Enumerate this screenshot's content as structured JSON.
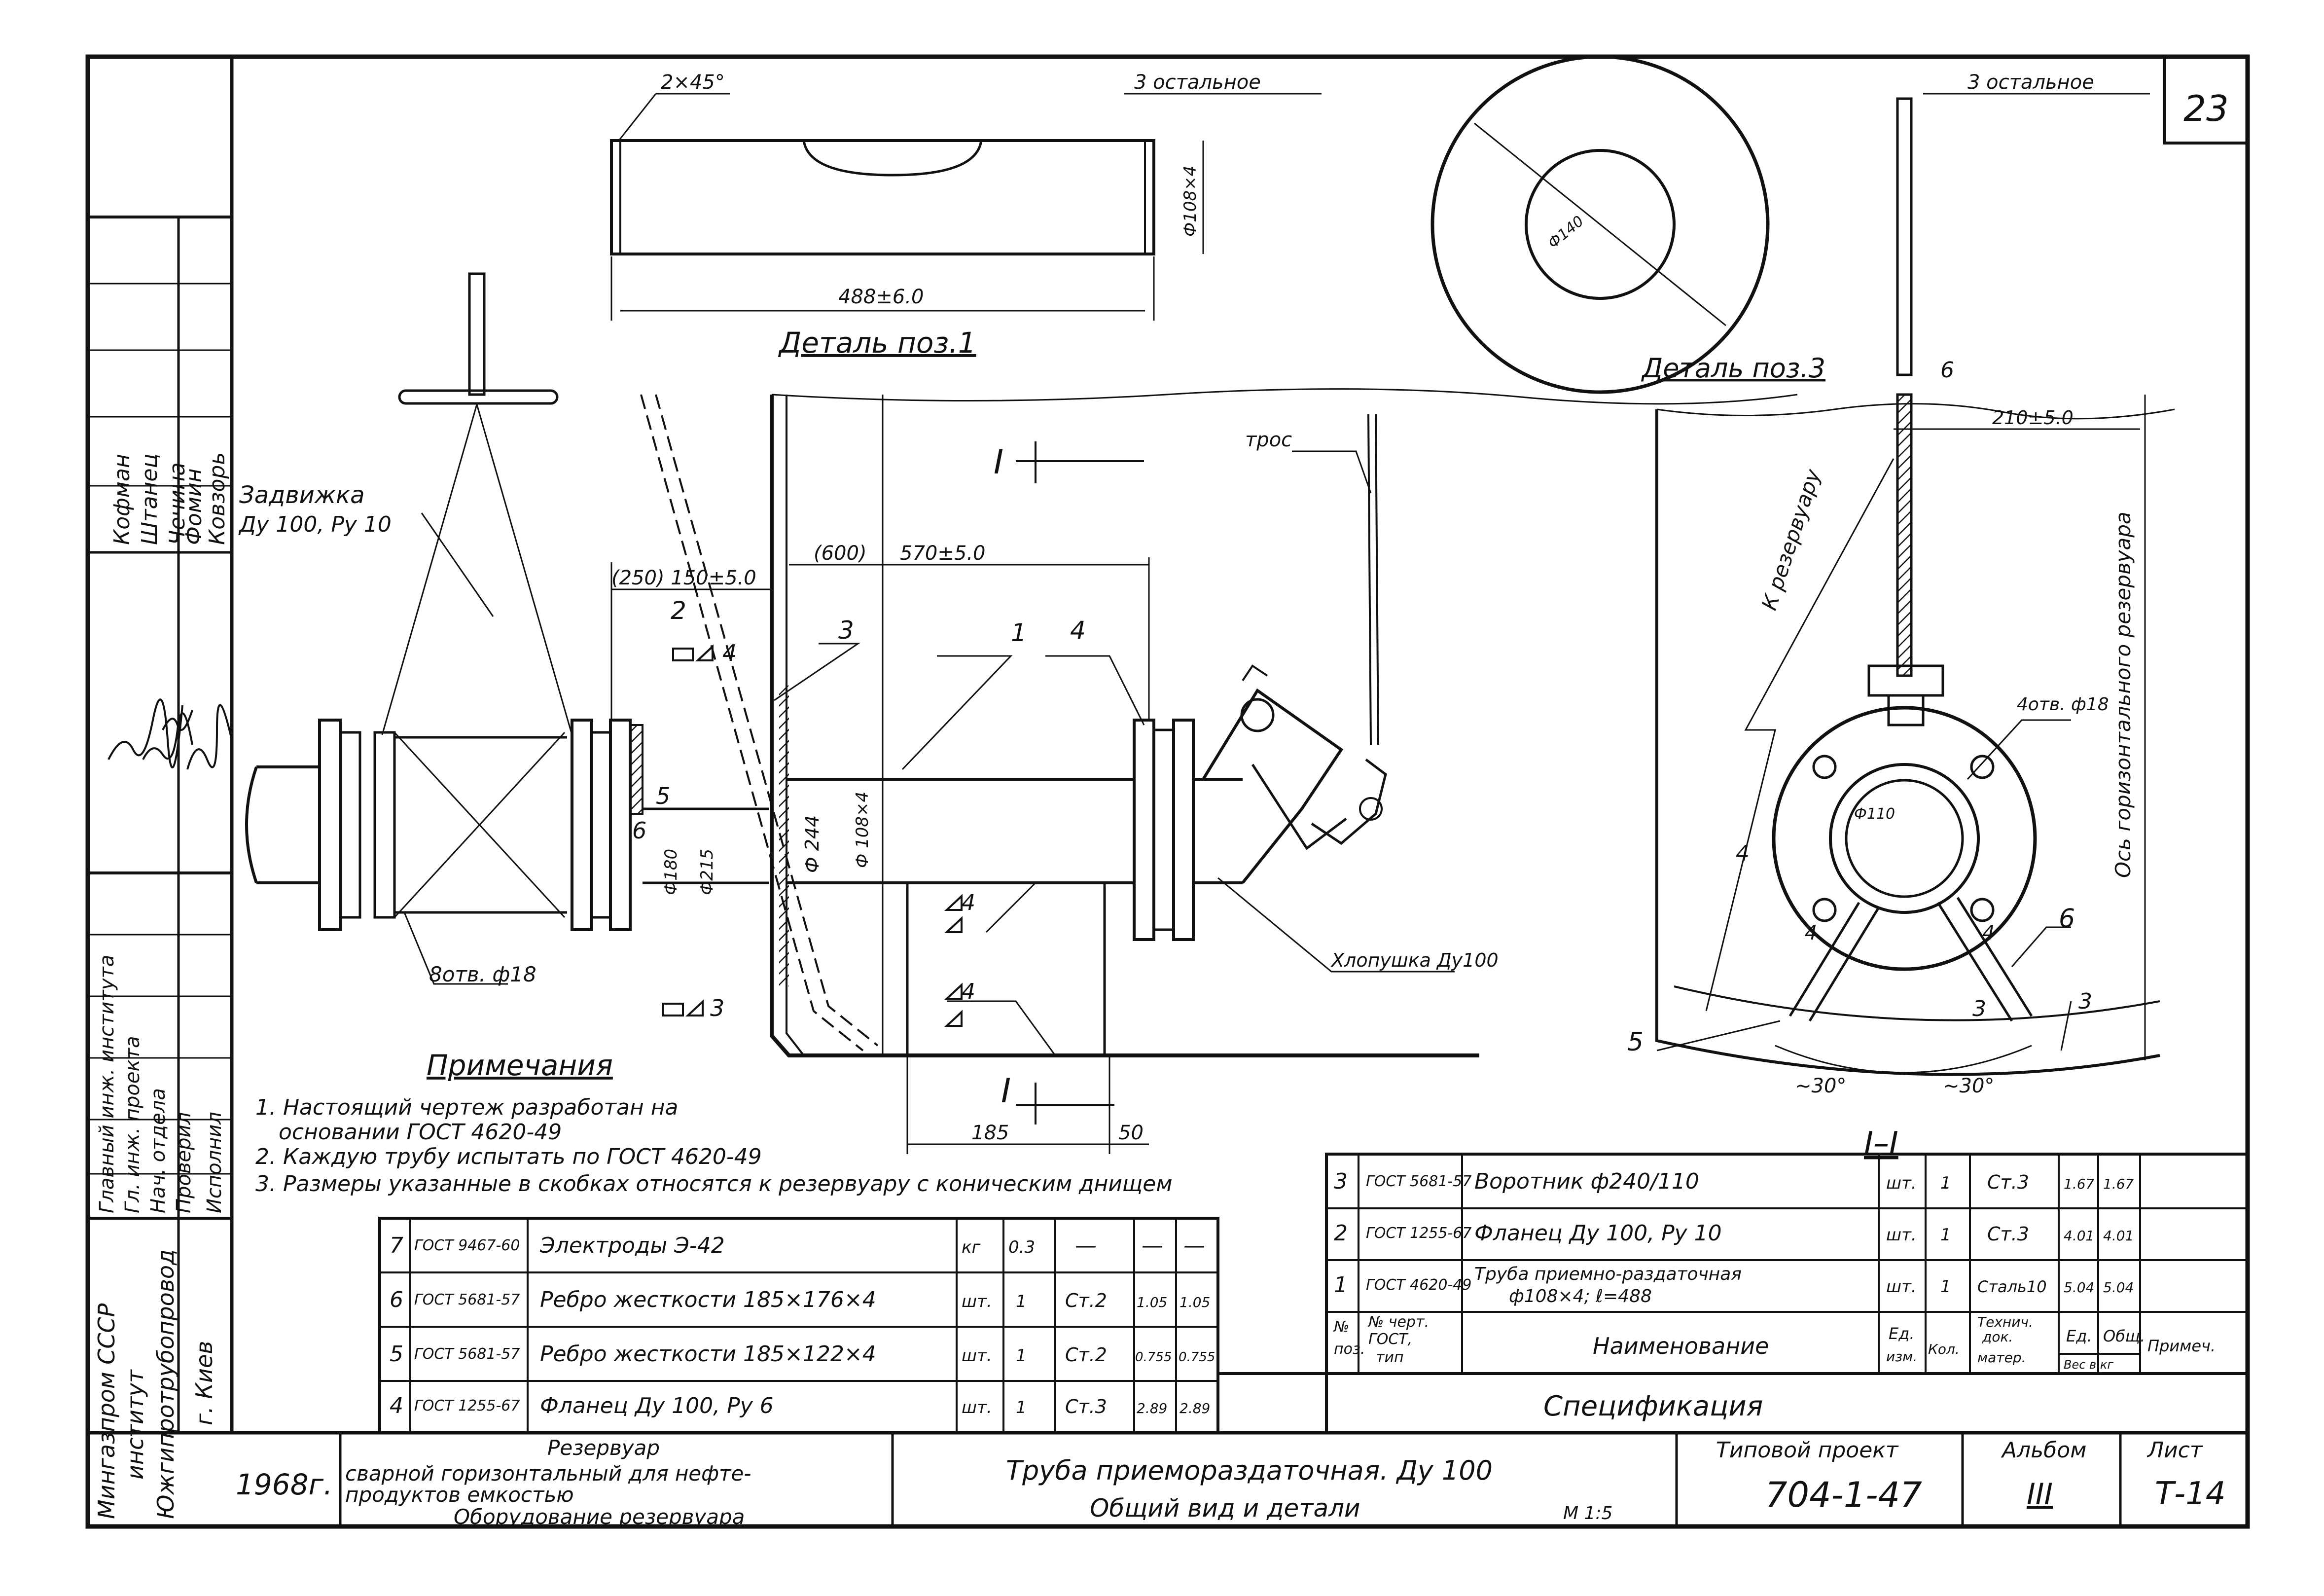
{
  "sheet_number": "23",
  "left_strip": {
    "staff_top": [
      "Кофман",
      "Штанец",
      "Чечина",
      "Фомин",
      "Ковзорь"
    ],
    "roles": [
      "Главный инж. института",
      "Гл. инж. проекта",
      "Нач. отдела",
      "Проверил",
      "Исполнил"
    ],
    "org": [
      "Мингазпром СССР",
      "институт",
      "Южгипротрубопровод",
      "г. Киев"
    ]
  },
  "detail1": {
    "title": "Деталь поз.1",
    "chamfer": "2×45°",
    "finish": "3 остальное",
    "length": "488±6.0",
    "diameter": "Ф108×4"
  },
  "detail3": {
    "title": "Деталь поз.3",
    "finish": "3 остальное",
    "inner_dia": "Ф140",
    "thickness": "6"
  },
  "main_view": {
    "valve": [
      "Задвижка",
      "Ду 100, Ру 10"
    ],
    "bolts": "8отв. ф18",
    "dim_250_150": "(250) 150±5.0",
    "dim_600": "(600)",
    "dim_570": "570±5.0",
    "dim_185": "185",
    "dim_50": "50",
    "dia_244": "Ф 244",
    "dia_108": "Ф 108×4",
    "dia_180": "Ф180",
    "dia_215": "Ф215",
    "cable": "трос",
    "flap": "Хлопушка Ду100",
    "positions": [
      "1",
      "2",
      "3",
      "4",
      "5",
      "6"
    ],
    "weld_4": "4",
    "weld_3": "3",
    "section_mark": "I"
  },
  "section": {
    "title": "I–I",
    "to_tank": "К резервуару",
    "axis": "Ось горизонтального резервуара",
    "dim_210": "210±5.0",
    "holes": "4отв. ф18",
    "dia_110": "Ф110",
    "angle1": "~30°",
    "angle2": "~30°",
    "labels": [
      "4",
      "4",
      "4",
      "3",
      "3",
      "5",
      "6",
      "6"
    ]
  },
  "notes": {
    "title": "Примечания",
    "items": [
      "1. Настоящий чертеж разработан на",
      "основании ГОСТ 4620-49",
      "2. Каждую трубу испытать по ГОСТ 4620-49",
      "3. Размеры указанные в скобках относятся к резервуару с коническим днищем"
    ]
  },
  "spec_left": [
    {
      "pos": "7",
      "std": "ГОСТ 9467-60",
      "name": "Электроды Э-42",
      "unit": "кг",
      "qty": "0.3",
      "mat": "—",
      "m1": "—",
      "m2": "—"
    },
    {
      "pos": "6",
      "std": "ГОСТ 5681-57",
      "name": "Ребро жесткости 185×176×4",
      "unit": "шт.",
      "qty": "1",
      "mat": "Ст.2",
      "m1": "1.05",
      "m2": "1.05"
    },
    {
      "pos": "5",
      "std": "ГОСТ 5681-57",
      "name": "Ребро жесткости 185×122×4",
      "unit": "шт.",
      "qty": "1",
      "mat": "Ст.2",
      "m1": "0.755",
      "m2": "0.755"
    },
    {
      "pos": "4",
      "std": "ГОСТ 1255-67",
      "name": "Фланец Ду 100, Ру 6",
      "unit": "шт.",
      "qty": "1",
      "mat": "Ст.3",
      "m1": "2.89",
      "m2": "2.89"
    }
  ],
  "spec_right": [
    {
      "pos": "3",
      "std": "ГОСТ 5681-57",
      "name": "Воротник ф240/110",
      "unit": "шт.",
      "qty": "1",
      "mat": "Ст.3",
      "m1": "1.67",
      "m2": "1.67"
    },
    {
      "pos": "2",
      "std": "ГОСТ 1255-67",
      "name": "Фланец Ду 100, Ру 10",
      "unit": "шт.",
      "qty": "1",
      "mat": "Ст.3",
      "m1": "4.01",
      "m2": "4.01"
    },
    {
      "pos": "1",
      "std": "ГОСТ 4620-49",
      "name": "Труба приемно-раздаточная",
      "name2": "ф108×4; ℓ=488",
      "unit": "шт.",
      "qty": "1",
      "mat": "Сталь10",
      "m1": "5.04",
      "m2": "5.04"
    }
  ],
  "spec_header": {
    "pos": [
      "№",
      "поз."
    ],
    "std": [
      "№ черт.",
      "ГОСТ,",
      "тип"
    ],
    "name": "Наименование",
    "unit": [
      "Ед.",
      "изм."
    ],
    "qty": "Кол.",
    "mat": [
      "Технич.",
      "док.",
      "матер."
    ],
    "m1": "Ед.",
    "m2": "Общ.",
    "mass": "Вес в кг",
    "note": "Примеч."
  },
  "spec_title": "Спецификация",
  "title_block": {
    "year": "1968г.",
    "object": [
      "Резервуар",
      "сварной горизонтальный для нефте-",
      "продуктов емкостью",
      "Оборудование резервуара"
    ],
    "drawing": "Труба приемораздаточная. Ду 100",
    "subtitle": "Общий вид и детали",
    "scale": "М 1:5",
    "project_label": "Типовой проект",
    "project": "704-1-47",
    "album_label": "Альбом",
    "album": "III",
    "sheet_label": "Лист",
    "sheet": "Т-14"
  }
}
